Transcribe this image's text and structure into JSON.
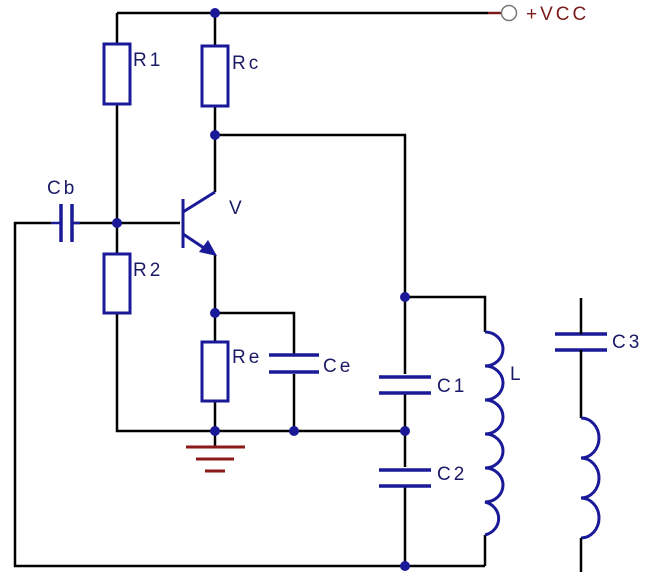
{
  "labels": {
    "vcc": "+VCC",
    "r1": "R1",
    "rc": "Rc",
    "cb": "Cb",
    "v": "V",
    "r2": "R2",
    "re": "Re",
    "ce": "Ce",
    "c1": "C1",
    "l": "L",
    "c2": "C2",
    "c3": "C3"
  },
  "colors": {
    "wire": "#000000",
    "component": "#1a1a99",
    "label": "#1a1a66",
    "vcc_label": "#7a1a1a",
    "ground": "#8b1a1a"
  }
}
